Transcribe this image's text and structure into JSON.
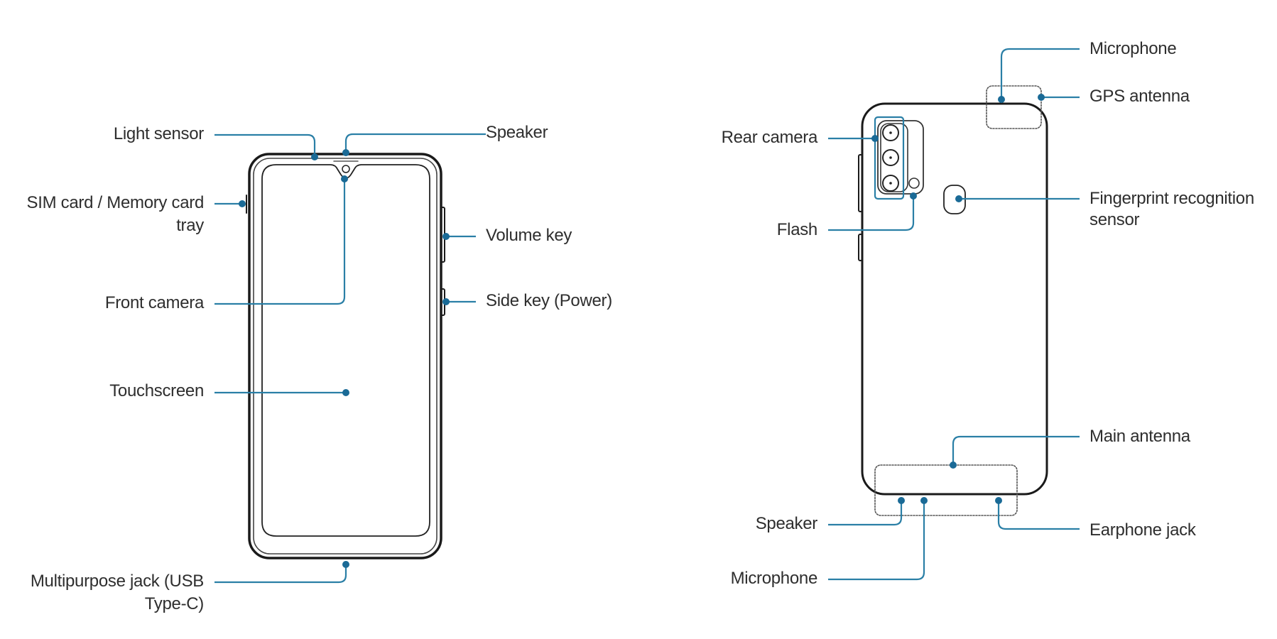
{
  "colors": {
    "leader": "#2a7fa6",
    "dot": "#1a6a96",
    "outline": "#1a1a1a",
    "text": "#2e2e2e",
    "background": "#ffffff"
  },
  "front_view": {
    "labels": {
      "light_sensor": "Light sensor",
      "sim_tray_line1": "SIM card / Memory card",
      "sim_tray_line2": "tray",
      "front_camera": "Front camera",
      "touchscreen": "Touchscreen",
      "multipurpose_line1": "Multipurpose jack (USB",
      "multipurpose_line2": "Type-C)",
      "speaker": "Speaker",
      "volume_key": "Volume key",
      "side_key": "Side key (Power)"
    }
  },
  "rear_view": {
    "labels": {
      "rear_camera": "Rear camera",
      "flash": "Flash",
      "speaker": "Speaker",
      "microphone_bottom": "Microphone",
      "microphone_top": "Microphone",
      "gps_antenna": "GPS antenna",
      "fingerprint_line1": "Fingerprint recognition",
      "fingerprint_line2": "sensor",
      "main_antenna": "Main antenna",
      "earphone_jack": "Earphone jack"
    }
  }
}
